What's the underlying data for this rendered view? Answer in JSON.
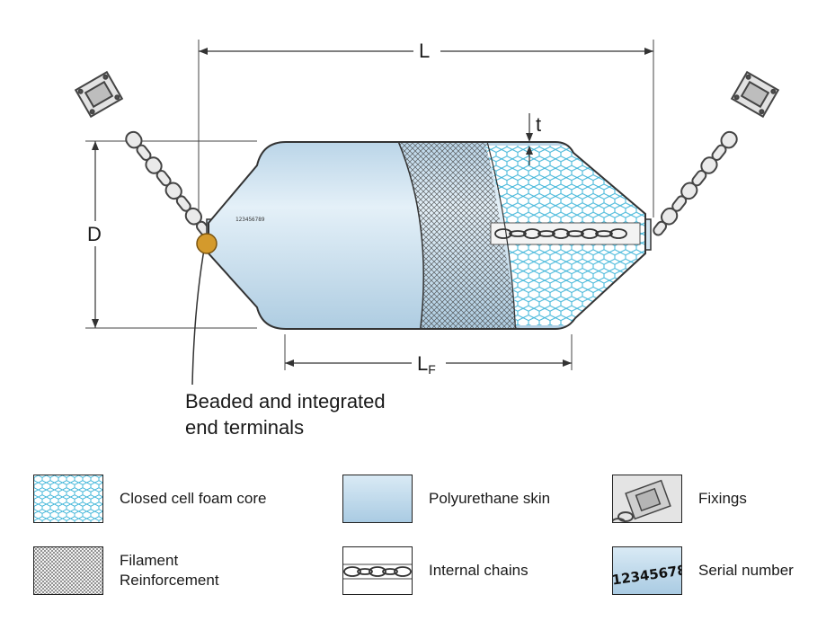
{
  "dimensions": {
    "length": "L",
    "diameter": "D",
    "skin_thickness": "t",
    "foam_length_main": "L",
    "foam_length_sub": "F"
  },
  "callout": {
    "end_terminals_line1": "Beaded and integrated",
    "end_terminals_line2": "end terminals"
  },
  "legend": {
    "foam_core": "Closed cell foam core",
    "polyurethane_skin": "Polyurethane skin",
    "fixings": "Fixings",
    "filament_line1": "Filament",
    "filament_line2": "Reinforcement",
    "internal_chains": "Internal chains",
    "serial_number": "Serial number",
    "serial_sample": "123456789"
  },
  "colors": {
    "skin": "#c4dcec",
    "foam_hex": "#3cb4d8",
    "outline": "#333333",
    "terminal": "#d49a2c"
  }
}
